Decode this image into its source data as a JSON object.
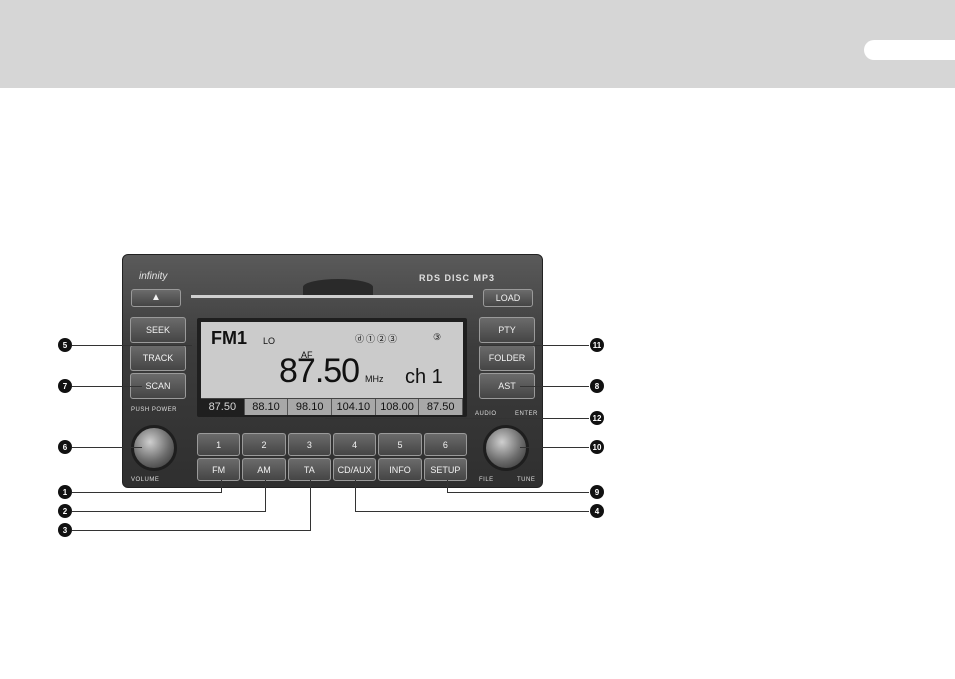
{
  "radio": {
    "brand": "infinity",
    "format_logos": "RDS  DISC  MP3",
    "eject_label": "▲",
    "load_label": "LOAD",
    "seek_label": "SEEK",
    "track_label": "TRACK",
    "scan_label": "SCAN",
    "pty_label": "PTY",
    "folder_label": "FOLDER",
    "ast_label": "AST",
    "push_power_label": "PUSH POWER",
    "volume_label": "VOLUME",
    "audio_label": "AUDIO",
    "enter_label": "ENTER",
    "file_label": "FILE",
    "tune_label": "TUNE"
  },
  "display": {
    "band": "FM1",
    "lo": "LO",
    "indicators": "ⓓ①②③",
    "indicator_3": "③",
    "af": "AF",
    "frequency": "87.50",
    "unit": "MHz",
    "channel": "ch 1",
    "presets": [
      "87.50",
      "88.10",
      "98.10",
      "104.10",
      "108.00",
      "87.50"
    ]
  },
  "number_buttons": [
    "1",
    "2",
    "3",
    "4",
    "5",
    "6"
  ],
  "function_buttons": [
    "FM",
    "AM",
    "TA",
    "CD/AUX",
    "INFO",
    "SETUP"
  ],
  "callouts": {
    "c1": "1",
    "c2": "2",
    "c3": "3",
    "c4": "4",
    "c5": "5",
    "c6": "6",
    "c7": "7",
    "c8": "8",
    "c9": "9",
    "c10": "10",
    "c11": "11",
    "c12": "12"
  }
}
